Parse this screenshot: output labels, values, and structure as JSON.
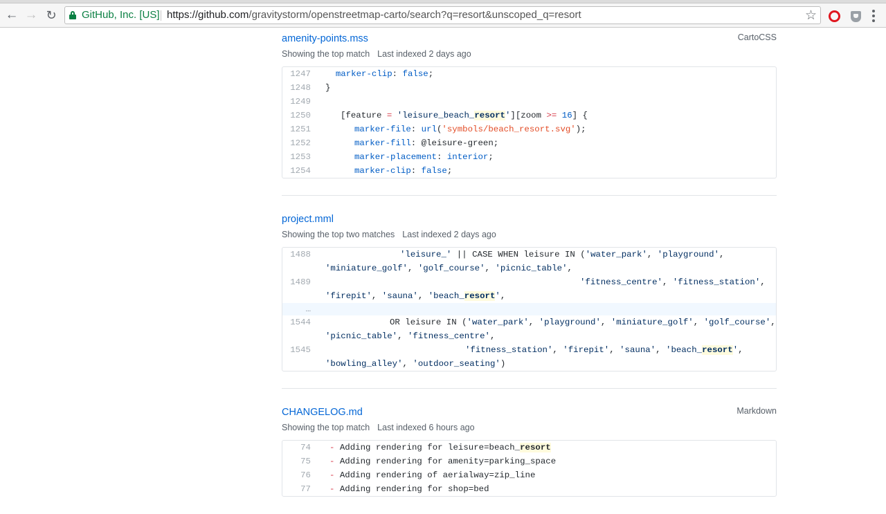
{
  "browser": {
    "site_identity": "GitHub, Inc. [US]",
    "url_host": "https://github.com",
    "url_path": "/gravitystorm/openstreetmap-carto/search?q=resort&unscoped_q=resort",
    "back_icon": "arrow-left-icon",
    "forward_icon": "arrow-right-icon",
    "reload_icon": "reload-icon",
    "bookmark_icon": "star-icon"
  },
  "results": [
    {
      "file": "amenity-points.mss",
      "language": "CartoCSS",
      "match_info": "Showing the top match",
      "indexed": "Last indexed 2 days ago",
      "lines": [
        {
          "n": "1247",
          "text": "    marker-clip: false;"
        },
        {
          "n": "1248",
          "text": "  }"
        },
        {
          "n": "1249",
          "text": ""
        },
        {
          "n": "1250",
          "text": "  [feature = 'leisure_beach_resort'][zoom >= 16] {"
        },
        {
          "n": "1251",
          "text": "    marker-file: url('symbols/beach_resort.svg');"
        },
        {
          "n": "1252",
          "text": "    marker-fill: @leisure-green;"
        },
        {
          "n": "1253",
          "text": "    marker-placement: interior;"
        },
        {
          "n": "1254",
          "text": "    marker-clip: false;"
        }
      ]
    },
    {
      "file": "project.mml",
      "language": "",
      "match_info": "Showing the top two matches",
      "indexed": "Last indexed 2 days ago",
      "lines": [
        {
          "n": "1488",
          "text": "              'leisure_' || CASE WHEN leisure IN ('water_park', 'playground',"
        },
        {
          "n": "",
          "text": "'miniature_golf', 'golf_course', 'picnic_table',"
        },
        {
          "n": "1489",
          "text": "                                                  'fitness_centre', 'fitness_station',"
        },
        {
          "n": "",
          "text": "'firepit', 'sauna', 'beach_resort',"
        },
        {
          "n": "…",
          "text": ""
        },
        {
          "n": "1544",
          "text": "            OR leisure IN ('water_park', 'playground', 'miniature_golf', 'golf_course',"
        },
        {
          "n": "",
          "text": "'picnic_table', 'fitness_centre',"
        },
        {
          "n": "1545",
          "text": "                        'fitness_station', 'firepit', 'sauna', 'beach_resort',"
        },
        {
          "n": "",
          "text": "'bowling_alley', 'outdoor_seating')"
        }
      ]
    },
    {
      "file": "CHANGELOG.md",
      "language": "Markdown",
      "match_info": "Showing the top match",
      "indexed": "Last indexed 6 hours ago",
      "lines": [
        {
          "n": "74",
          "text": "- Adding rendering for leisure=beach_resort"
        },
        {
          "n": "75",
          "text": "- Adding rendering for amenity=parking_space"
        },
        {
          "n": "76",
          "text": "- Adding rendering of aerialway=zip_line"
        },
        {
          "n": "77",
          "text": "- Adding rendering for shop=bed"
        }
      ]
    }
  ],
  "highlight_term": "resort"
}
